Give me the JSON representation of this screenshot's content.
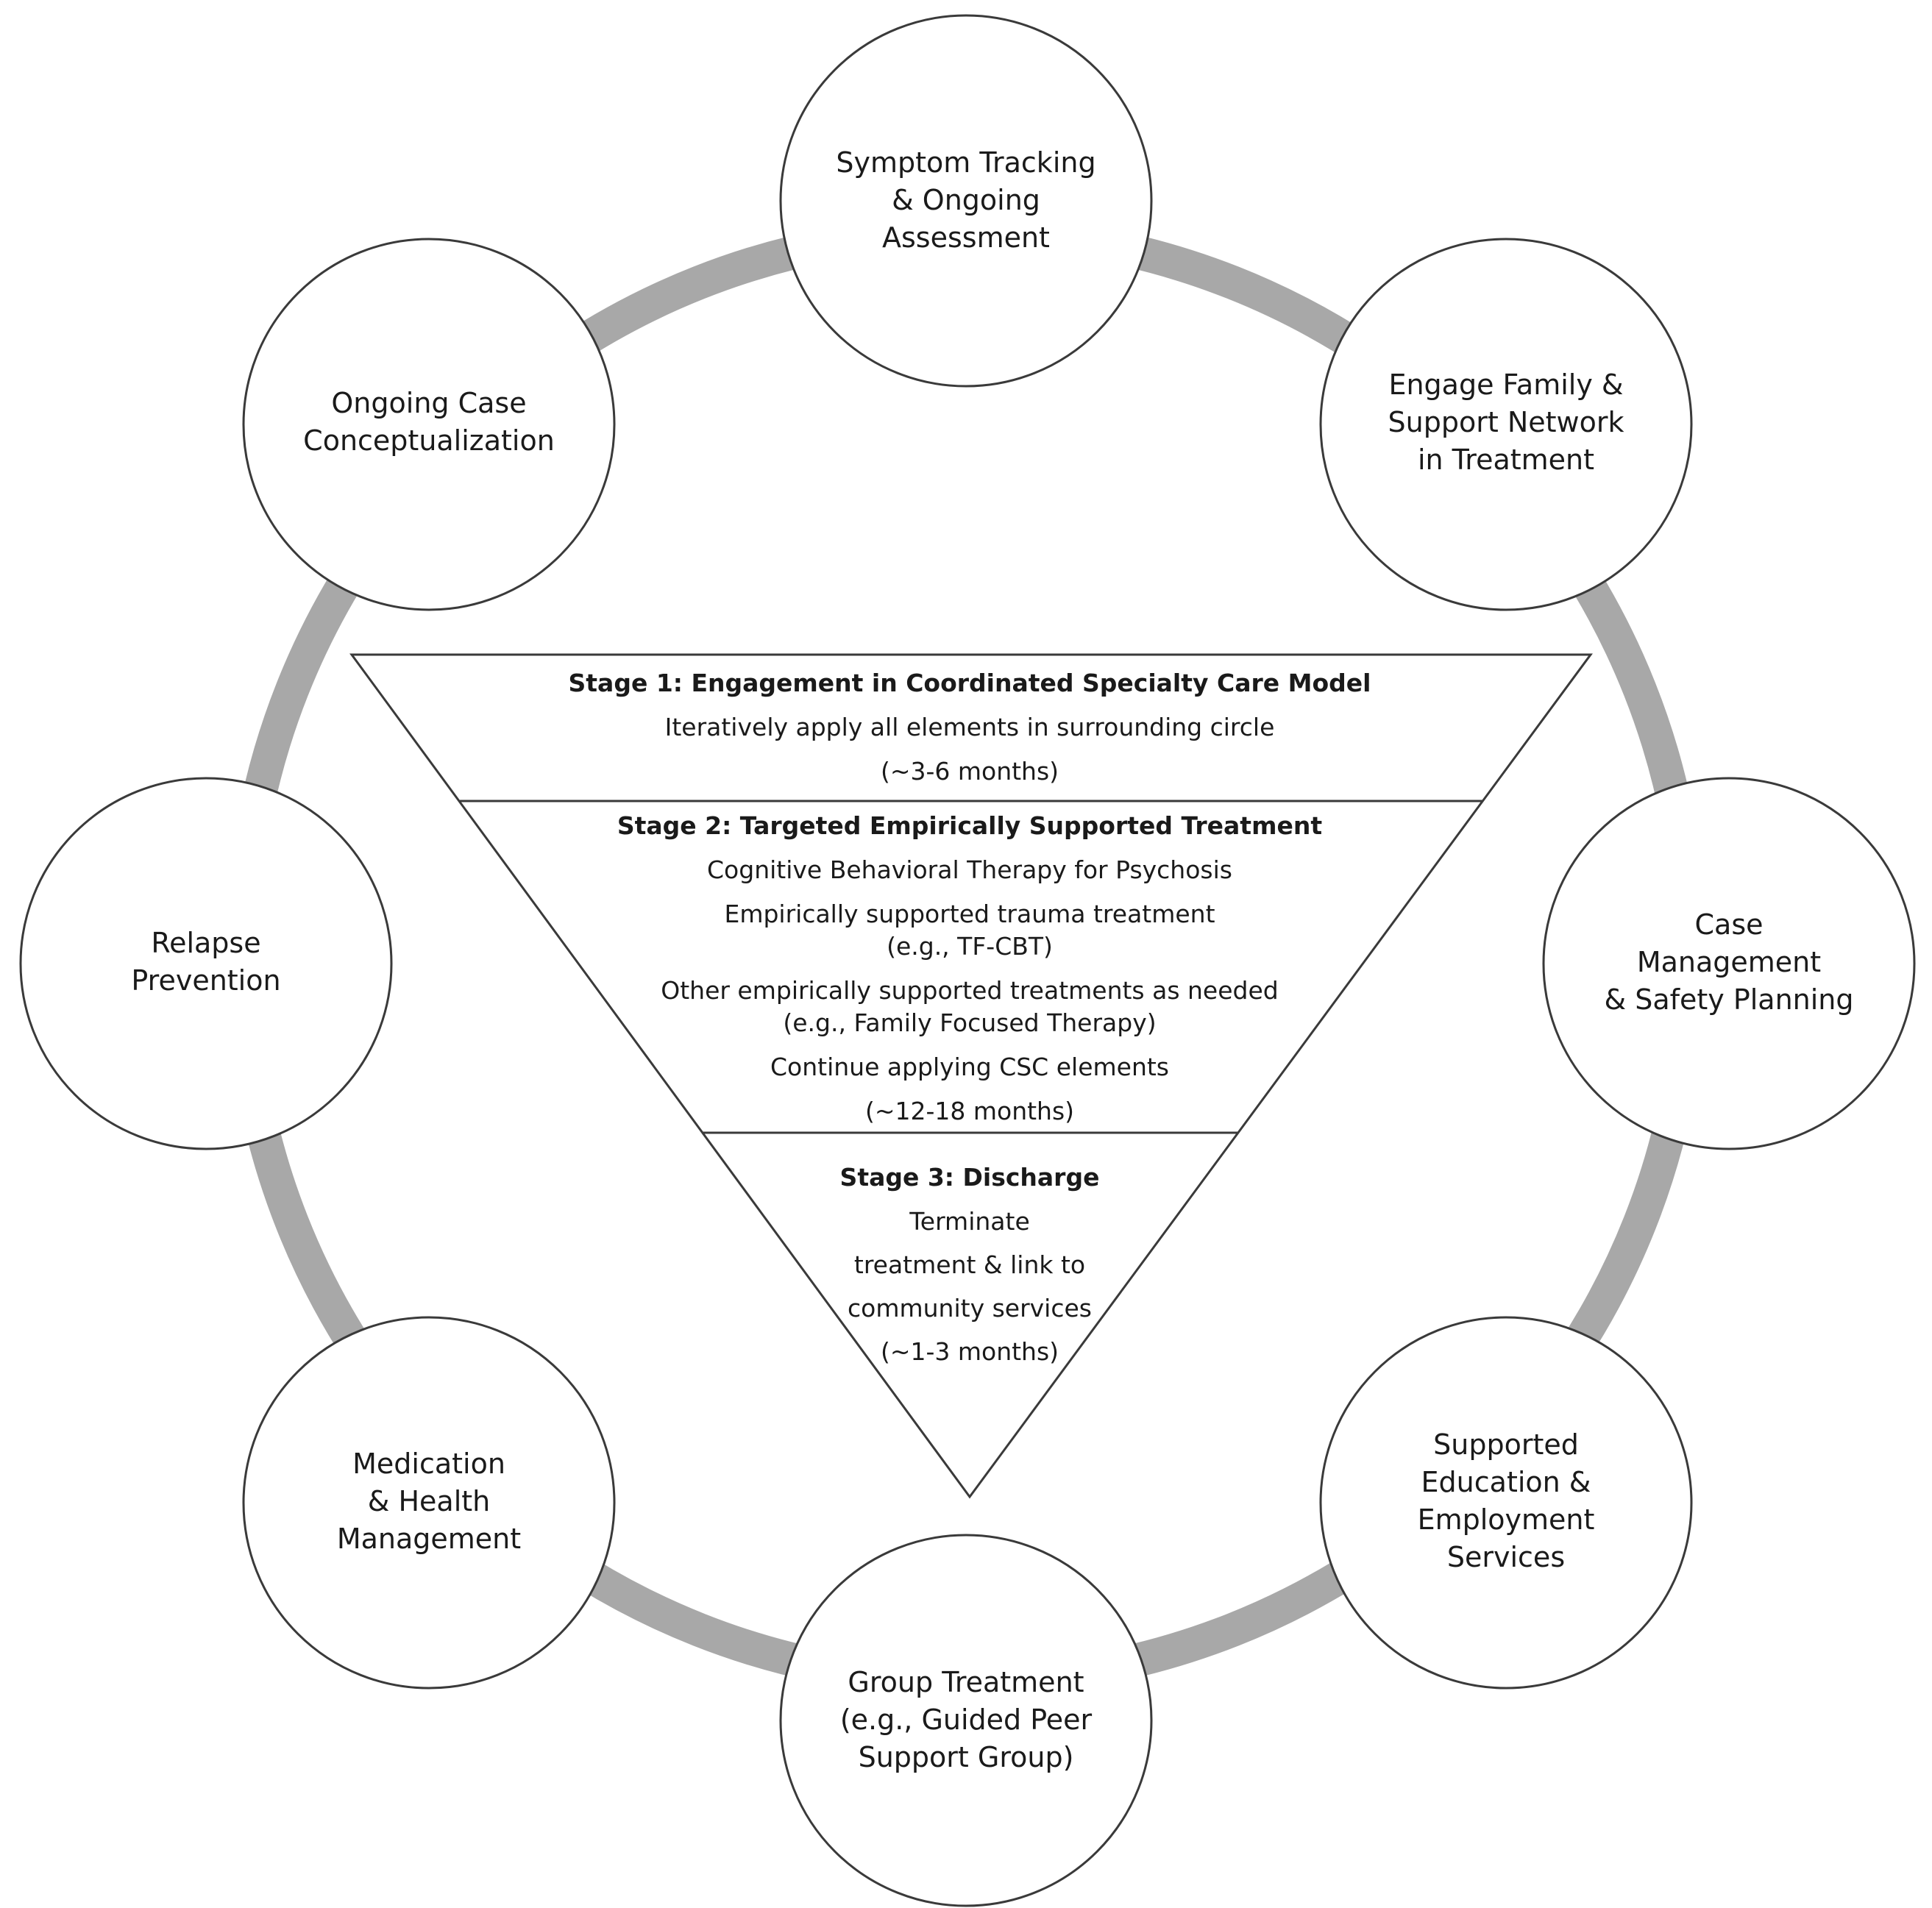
{
  "nodes": [
    {
      "id": "symptom-tracking",
      "lines": [
        "Symptom Tracking",
        "& Ongoing",
        "Assessment"
      ]
    },
    {
      "id": "engage-family",
      "lines": [
        "Engage Family &",
        "Support Network",
        "in Treatment"
      ]
    },
    {
      "id": "case-management",
      "lines": [
        "Case",
        "Management",
        "& Safety Planning"
      ]
    },
    {
      "id": "supported-education",
      "lines": [
        "Supported",
        "Education &",
        "Employment",
        "Services"
      ]
    },
    {
      "id": "group-treatment",
      "lines": [
        "Group Treatment",
        "(e.g., Guided Peer",
        "Support Group)"
      ]
    },
    {
      "id": "medication",
      "lines": [
        "Medication",
        "& Health",
        "Management"
      ]
    },
    {
      "id": "relapse-prevention",
      "lines": [
        "Relapse",
        "Prevention"
      ]
    },
    {
      "id": "case-conceptualization",
      "lines": [
        "Ongoing Case",
        "Conceptualization"
      ]
    }
  ],
  "stages": [
    {
      "id": "stage-1",
      "title": "Stage 1: Engagement in Coordinated Specialty Care Model",
      "lines": [
        "Iteratively apply all elements in surrounding  circle",
        "(~3-6 months)"
      ]
    },
    {
      "id": "stage-2",
      "title": "Stage 2: Targeted Empirically Supported Treatment",
      "lines": [
        "Cognitive Behavioral Therapy for Psychosis",
        "Empirically supported trauma treatment",
        "(e.g., TF-CBT)",
        "Other empirically supported treatments as needed",
        "(e.g., Family Focused Therapy)",
        "Continue applying CSC elements",
        "(~12-18 months)"
      ]
    },
    {
      "id": "stage-3",
      "title": "Stage 3: Discharge",
      "lines": [
        "Terminate",
        "treatment & link to",
        "community services",
        "(~1-3 months)"
      ]
    }
  ],
  "colors": {
    "ring": "#a8a8a8",
    "circle_stroke": "#3a3a3a",
    "circle_fill": "#ffffff",
    "triangle_stroke": "#3a3a3a"
  }
}
